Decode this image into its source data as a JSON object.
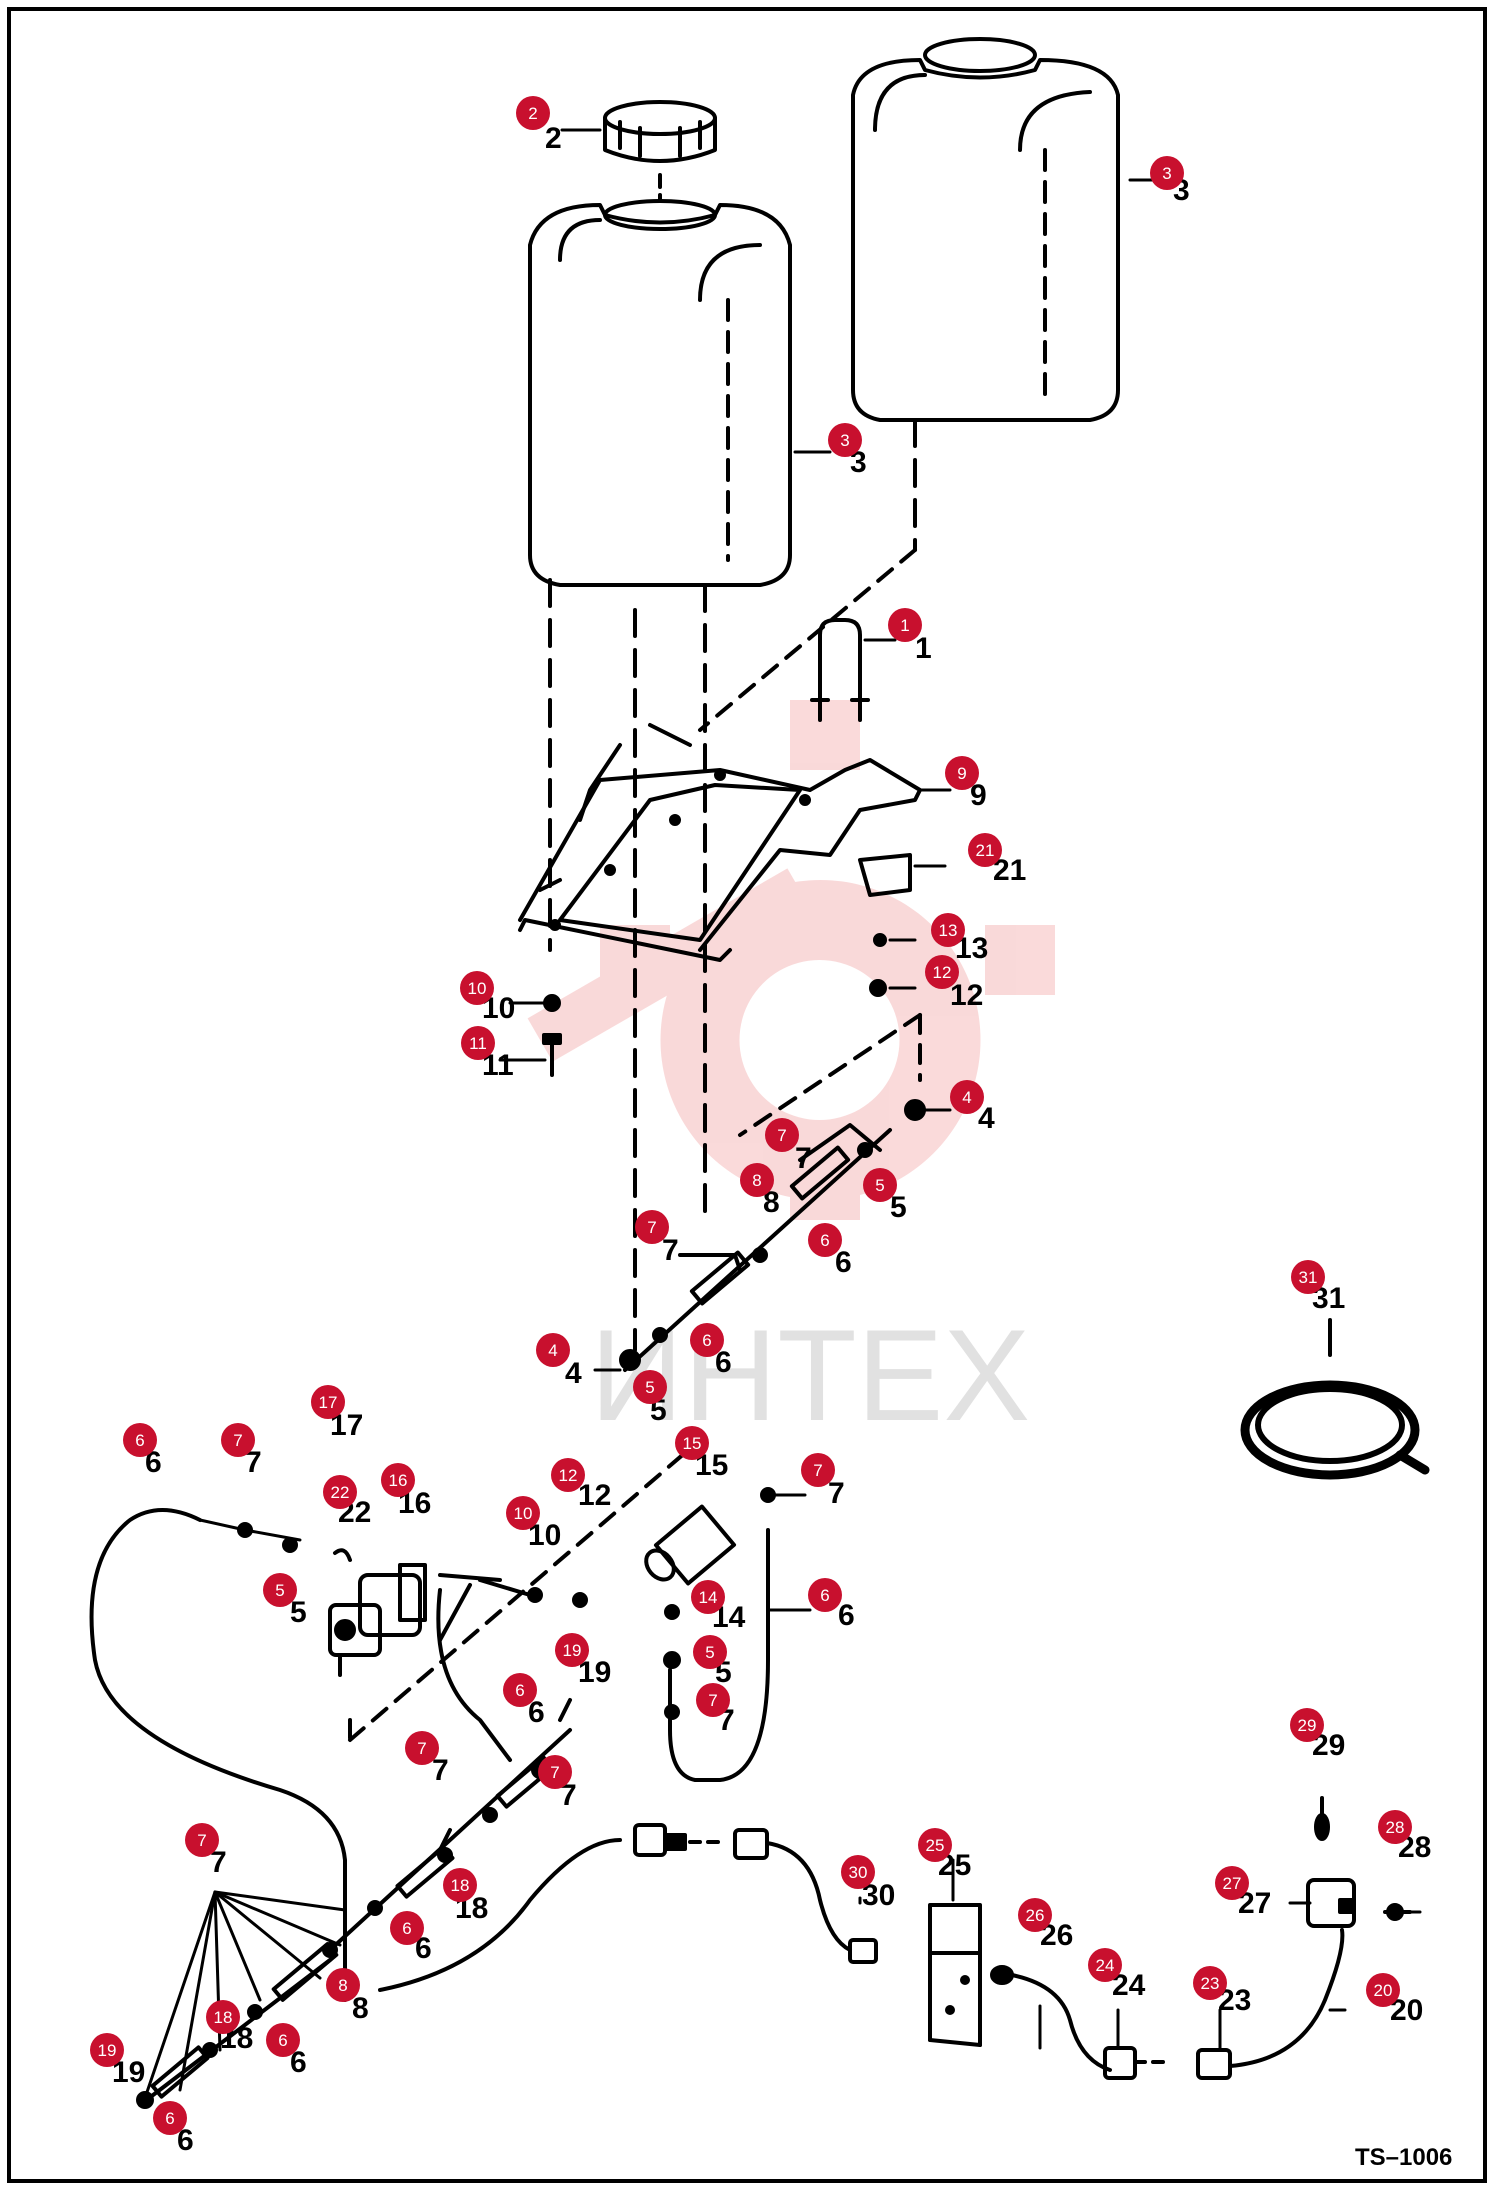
{
  "drawing_code": "TS–1006",
  "watermark": "ИНТЕХ",
  "callouts": [
    {
      "n": "1"
    },
    {
      "n": "2"
    },
    {
      "n": "3"
    },
    {
      "n": "3"
    },
    {
      "n": "4"
    },
    {
      "n": "4"
    },
    {
      "n": "5"
    },
    {
      "n": "5"
    },
    {
      "n": "5"
    },
    {
      "n": "5"
    },
    {
      "n": "6"
    },
    {
      "n": "6"
    },
    {
      "n": "6"
    },
    {
      "n": "6"
    },
    {
      "n": "6"
    },
    {
      "n": "6"
    },
    {
      "n": "6"
    },
    {
      "n": "6"
    },
    {
      "n": "7"
    },
    {
      "n": "7"
    },
    {
      "n": "7"
    },
    {
      "n": "7"
    },
    {
      "n": "7"
    },
    {
      "n": "7"
    },
    {
      "n": "7"
    },
    {
      "n": "7"
    },
    {
      "n": "8"
    },
    {
      "n": "8"
    },
    {
      "n": "9"
    },
    {
      "n": "10"
    },
    {
      "n": "10"
    },
    {
      "n": "11"
    },
    {
      "n": "12"
    },
    {
      "n": "12"
    },
    {
      "n": "13"
    },
    {
      "n": "14"
    },
    {
      "n": "15"
    },
    {
      "n": "16"
    },
    {
      "n": "17"
    },
    {
      "n": "18"
    },
    {
      "n": "18"
    },
    {
      "n": "19"
    },
    {
      "n": "19"
    },
    {
      "n": "20"
    },
    {
      "n": "21"
    },
    {
      "n": "22"
    },
    {
      "n": "23"
    },
    {
      "n": "24"
    },
    {
      "n": "25"
    },
    {
      "n": "26"
    },
    {
      "n": "27"
    },
    {
      "n": "28"
    },
    {
      "n": "29"
    },
    {
      "n": "30"
    },
    {
      "n": "31"
    }
  ],
  "colors": {
    "badge": "#c8102e",
    "line": "#000000",
    "watermark": "#e85858"
  }
}
